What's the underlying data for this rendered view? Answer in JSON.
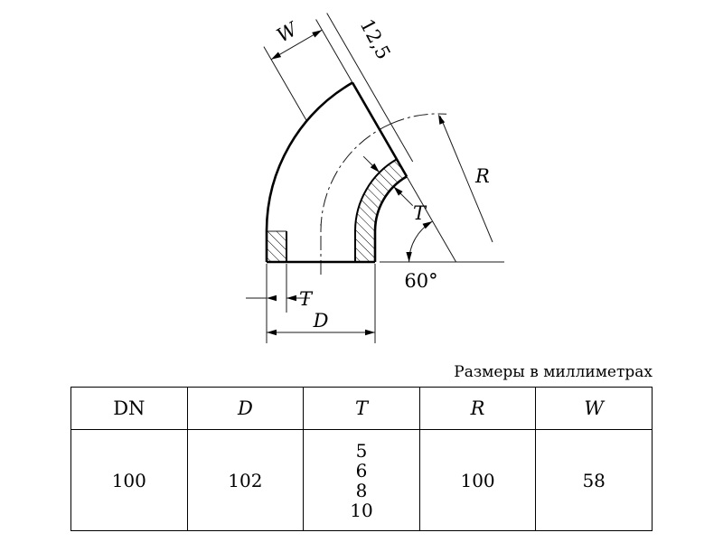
{
  "caption": "Размеры в миллиметрах",
  "drawing": {
    "labels": {
      "width": "W",
      "bevel": "12,5",
      "radius": "R",
      "wall_mid": "T",
      "wall_bottom": "T",
      "diameter": "D",
      "angle": "60°"
    }
  },
  "table": {
    "headers": [
      "DN",
      "D",
      "T",
      "R",
      "W"
    ],
    "values": {
      "dn": "100",
      "d": "102",
      "t": [
        "5",
        "6",
        "8",
        "10"
      ],
      "r": "100",
      "w": "58"
    }
  }
}
